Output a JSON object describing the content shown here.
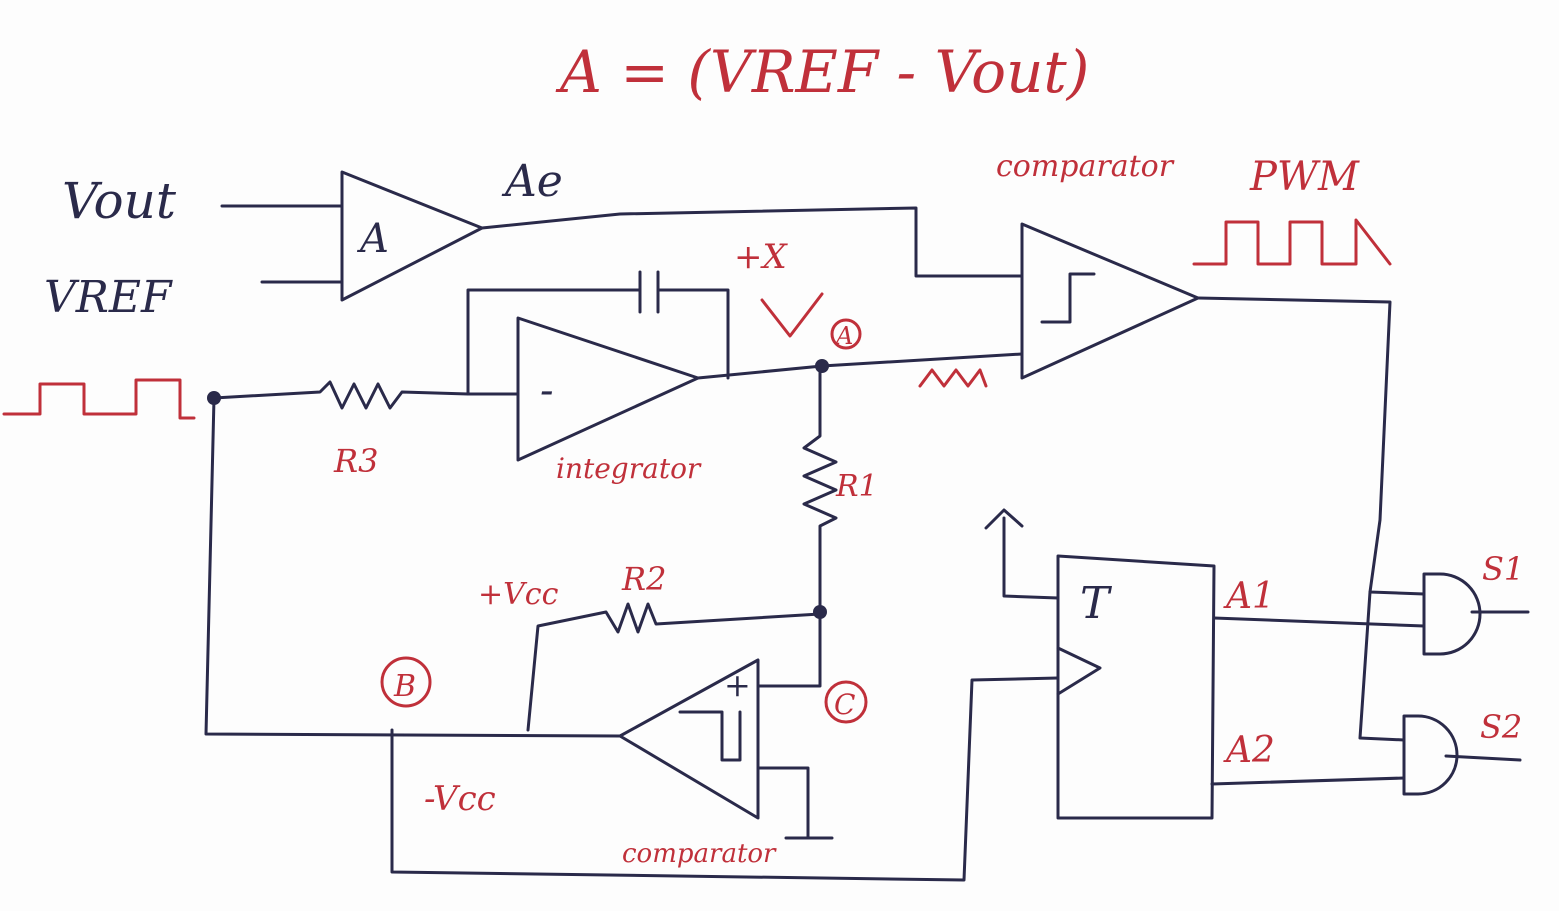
{
  "equation": "A = (VREF - Vout)",
  "labels": {
    "vout": "Vout",
    "vref": "VREF",
    "amp": "A",
    "ae": "Ae",
    "plus_x": "+X",
    "node_a": "A",
    "node_b": "B",
    "node_c": "C",
    "r3": "R3",
    "r1": "R1",
    "r2": "R2",
    "plus_vcc": "+Vcc",
    "minus_vcc": "-Vcc",
    "integrator": "integrator",
    "comparator_top": "comparator",
    "comparator_bottom": "comparator",
    "pwm": "PWM",
    "ff": "T",
    "a1": "A1",
    "a2": "A2",
    "s1": "S1",
    "s2": "S2",
    "minus": "-",
    "plus": "+"
  },
  "colors": {
    "ink": "#2a2a4a",
    "red": "#c0303a"
  }
}
